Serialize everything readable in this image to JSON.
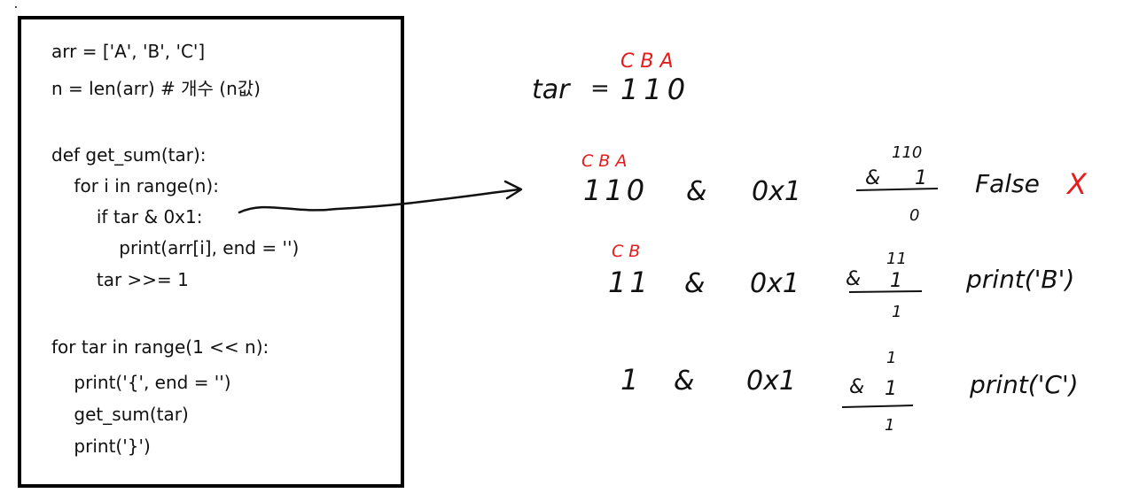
{
  "code": {
    "lines": [
      "arr = ['A', 'B', 'C']",
      "n = len(arr) # 개수 (n값)",
      "",
      "def get_sum(tar):",
      "    for i in range(n):",
      "        if tar & 0x1:",
      "            print(arr[i], end = '')",
      "        tar >>= 1",
      "",
      "for tar in range(1 << n):",
      "    print('{', end = '')",
      "    get_sum(tar)",
      "    print('}')"
    ]
  },
  "notes": {
    "header_bits_label": "C B A",
    "tar_label": "tar",
    "equals": "=",
    "tar_value": "110",
    "rows": [
      {
        "bits_label": "C B A",
        "value": "110",
        "op": "&",
        "mask": "0x1",
        "calc_top": "110",
        "calc_op": "&",
        "calc_mask": "1",
        "calc_result": "0",
        "result": "False",
        "cross": "X"
      },
      {
        "bits_label": "C B",
        "value": "11",
        "op": "&",
        "mask": "0x1",
        "calc_top": "11",
        "calc_op": "&",
        "calc_mask": "1",
        "calc_result": "1",
        "result": "print('B')"
      },
      {
        "value": "1",
        "op": "&",
        "mask": "0x1",
        "calc_top": "1",
        "calc_op": "&",
        "calc_mask": "1",
        "calc_result": "1",
        "result": "print('C')"
      }
    ]
  },
  "colors": {
    "ink": "#111111",
    "annotation_red": "#e11d1d",
    "box_border": "#000000"
  }
}
